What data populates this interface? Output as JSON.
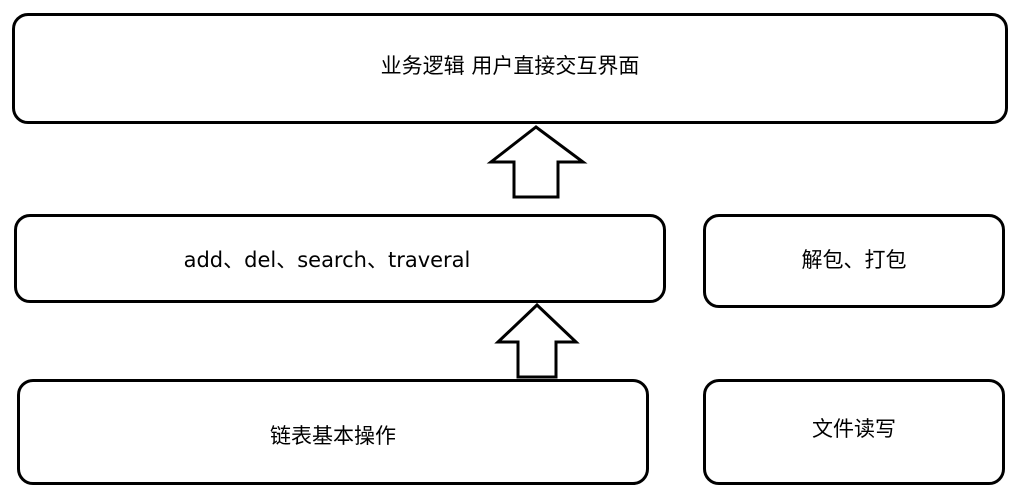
{
  "diagram": {
    "top_box": {
      "label": "业务逻辑 用户直接交互界面"
    },
    "ops_box": {
      "label": "add、del、search、traveral"
    },
    "pack_box": {
      "label": "解包、打包"
    },
    "list_box": {
      "label": "链表基本操作"
    },
    "file_box": {
      "label": "文件读写"
    },
    "arrows": [
      {
        "from": "ops_box",
        "to": "top_box",
        "direction": "up"
      },
      {
        "from": "list_box",
        "to": "ops_box",
        "direction": "up"
      }
    ],
    "colors": {
      "stroke": "#000000",
      "fill": "#ffffff",
      "text": "#000000"
    }
  }
}
